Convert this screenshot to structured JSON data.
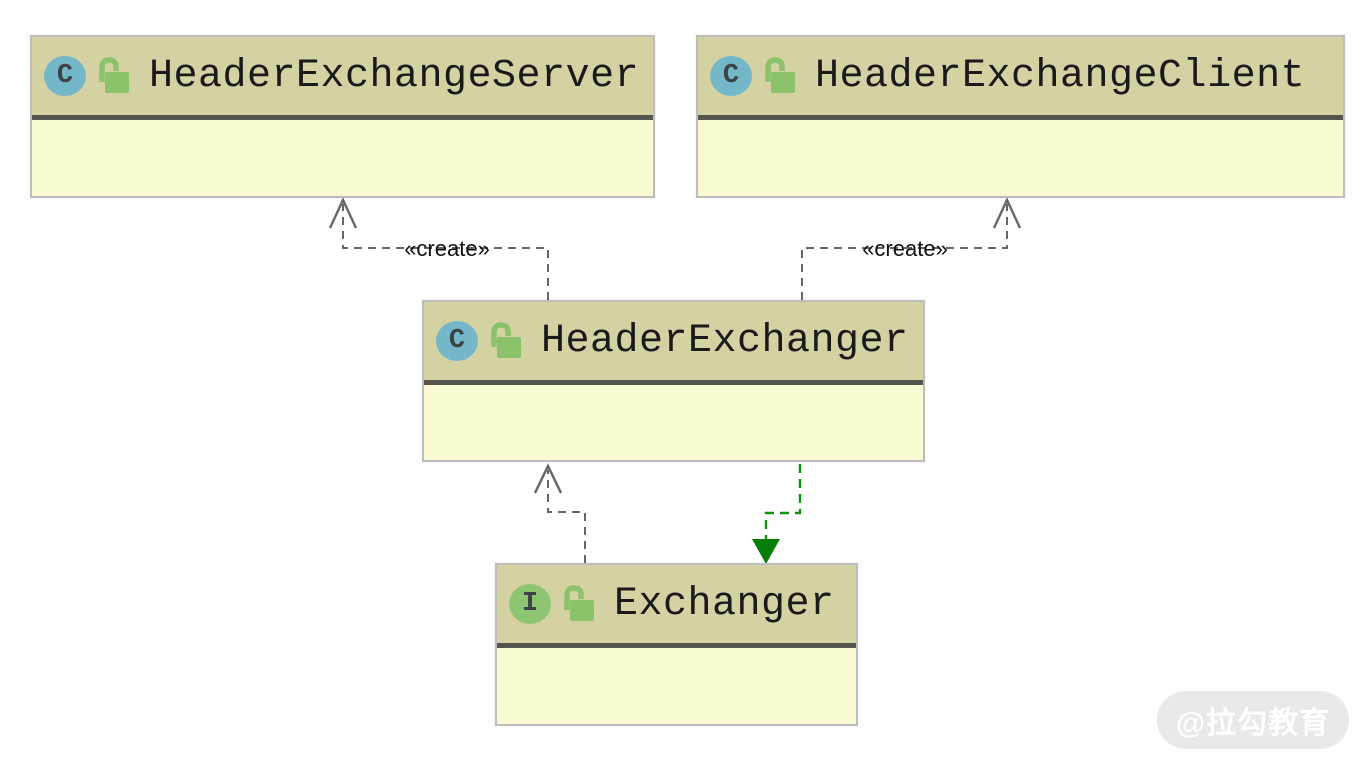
{
  "diagram": {
    "classes": [
      {
        "name": "HeaderExchangeServer",
        "kind": "class",
        "icon_letter": "C"
      },
      {
        "name": "HeaderExchangeClient",
        "kind": "class",
        "icon_letter": "C"
      },
      {
        "name": "HeaderExchanger",
        "kind": "class",
        "icon_letter": "C"
      },
      {
        "name": "Exchanger",
        "kind": "interface",
        "icon_letter": "I"
      }
    ],
    "edges": [
      {
        "from": "HeaderExchanger",
        "to": "HeaderExchangeServer",
        "type": "create-dependency",
        "label": "«create»"
      },
      {
        "from": "HeaderExchanger",
        "to": "HeaderExchangeClient",
        "type": "create-dependency",
        "label": "«create»"
      },
      {
        "from": "Exchanger",
        "to": "HeaderExchanger",
        "type": "dependency",
        "label": ""
      },
      {
        "from": "HeaderExchanger",
        "to": "Exchanger",
        "type": "realization",
        "label": ""
      }
    ]
  },
  "watermark": {
    "text": "@拉勾教育"
  },
  "colors": {
    "header-fill": "#d4d1a2",
    "body-fill": "#fafad2",
    "box-border": "#bdbdbd",
    "separator": "#55554e",
    "class-icon-fill": "#74b7c9",
    "interface-icon-fill": "#8ec573",
    "icon-letter": "#3d4345",
    "lock-green": "#8cc36a",
    "arrow-gray": "#666666",
    "arrow-green": "#109410",
    "arrow-green-head": "#067d06",
    "label-text": "#111111",
    "title-text": "#1a1a1a",
    "watermark-bg": "#e9e9e9",
    "watermark-text": "#ffffff"
  }
}
